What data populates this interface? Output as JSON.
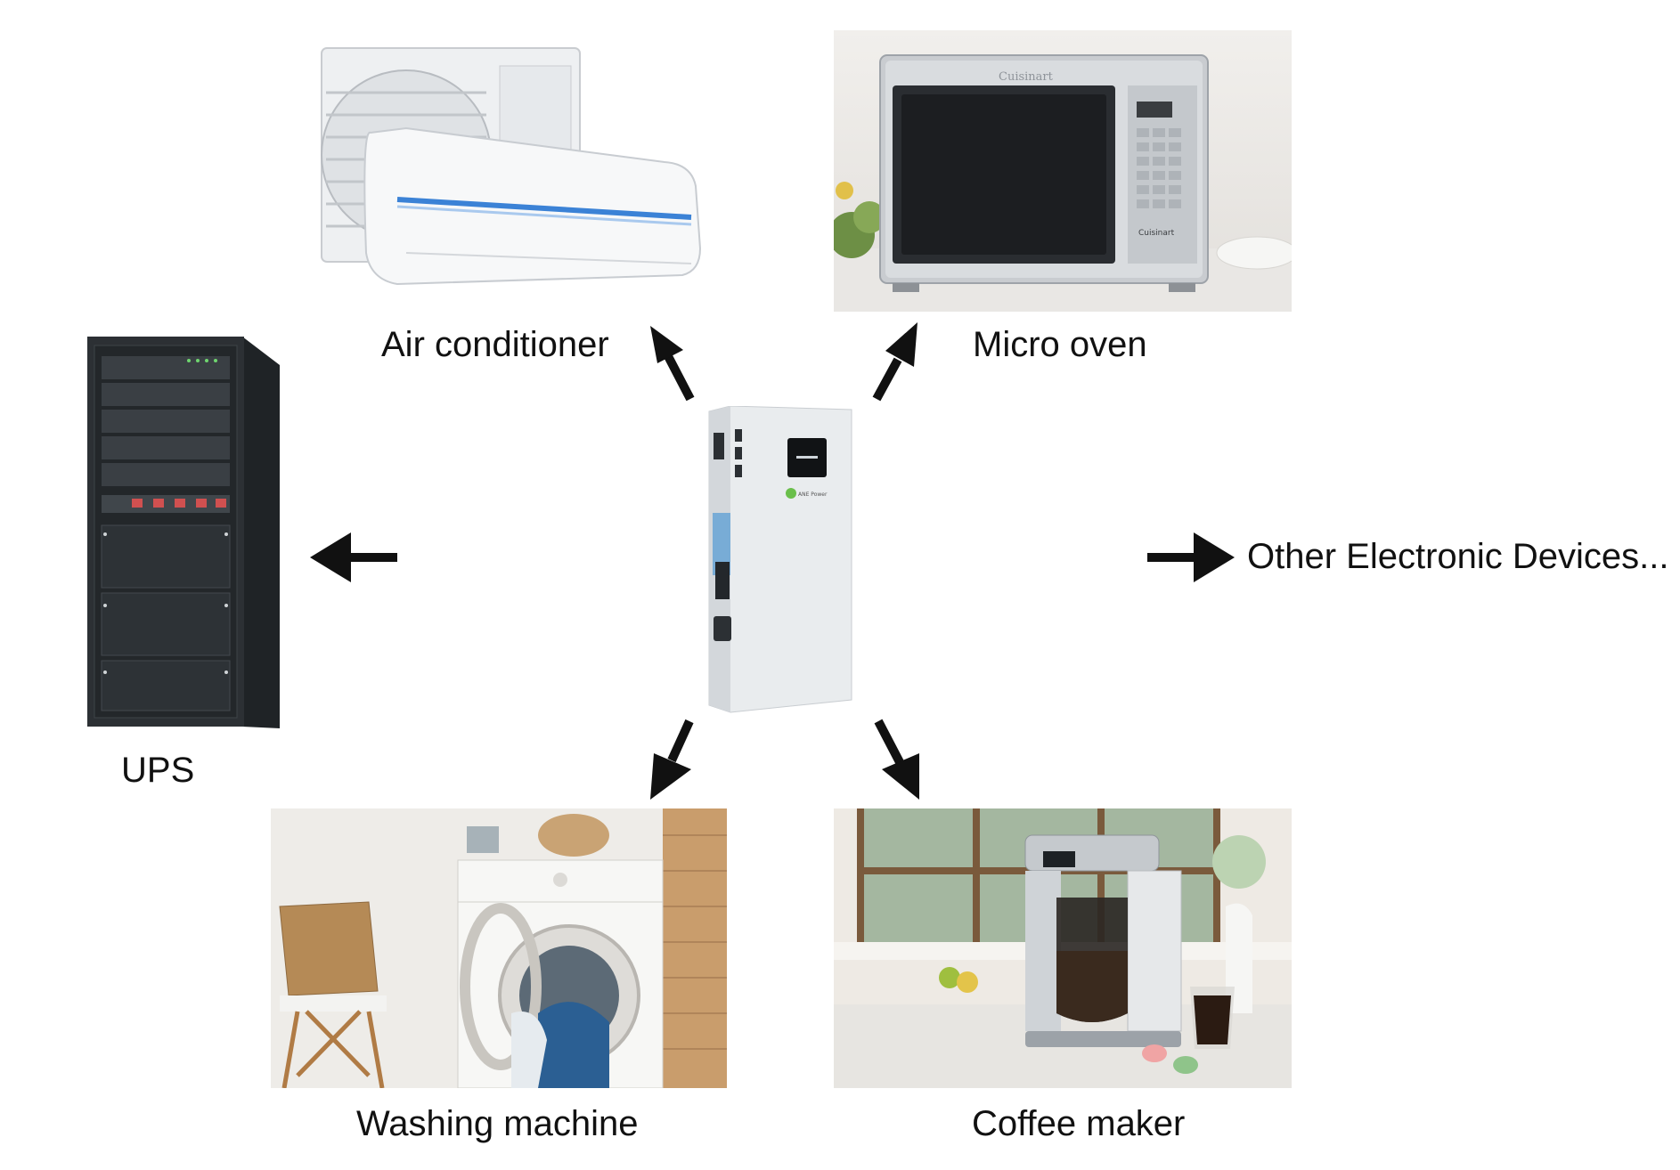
{
  "labels": {
    "air_conditioner": "Air conditioner",
    "micro_oven": "Micro oven",
    "ups": "UPS",
    "other_devices": "Other Electronic Devices...",
    "washing_machine": "Washing machine",
    "coffee_maker": "Coffee maker"
  },
  "branding": {
    "oven_brand_top": "Cuisinart",
    "oven_brand_panel": "Cuisinart",
    "battery_brand": "ANE Power"
  }
}
